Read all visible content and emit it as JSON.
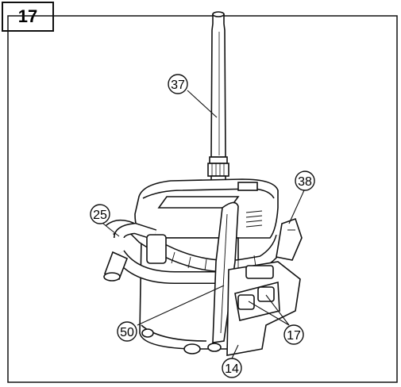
{
  "figure": {
    "number": "17"
  },
  "callouts": [
    {
      "id": "c37",
      "label": "37",
      "part": "extension-wand"
    },
    {
      "id": "c38",
      "label": "38",
      "part": "accessory-nozzle"
    },
    {
      "id": "c25",
      "label": "25",
      "part": "hose-end"
    },
    {
      "id": "c50",
      "label": "50",
      "part": "hose-hook"
    },
    {
      "id": "c17a",
      "label": "17",
      "part": "latch"
    },
    {
      "id": "c14",
      "label": "14",
      "part": "accessory-holder"
    }
  ],
  "colors": {
    "ink": "#111111",
    "paper": "#ffffff",
    "shade": "#bdbdbd"
  }
}
